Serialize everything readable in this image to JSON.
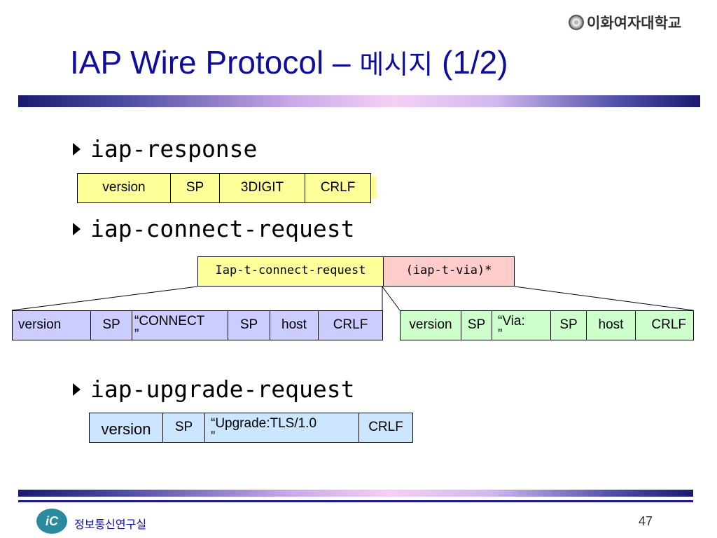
{
  "header": {
    "logo_text": "이화여자대학교",
    "title_main": "IAP Wire Protocol",
    "title_dash": " – ",
    "title_kr": "메시지",
    "title_suffix": " (1/2)"
  },
  "sections": [
    {
      "heading": "iap-response",
      "fields": [
        "version",
        "SP",
        "3DIGIT",
        "CRLF"
      ]
    },
    {
      "heading": "iap-connect-request",
      "top_fields": [
        "Iap-t-connect-request",
        "(iap-t-via)*"
      ],
      "left_fields": [
        "version",
        "SP",
        "“CONNECT",
        "”",
        "SP",
        "host",
        "CRLF"
      ],
      "right_fields": [
        "version",
        "SP",
        "“Via:",
        "”",
        "SP",
        "host",
        "CRLF"
      ]
    },
    {
      "heading": "iap-upgrade-request",
      "fields": [
        "version",
        "SP",
        "“Upgrade:TLS/1.0",
        "”",
        "CRLF"
      ]
    }
  ],
  "footer": {
    "lab_logo": "iC",
    "lab_name": "정보통신연구실",
    "page_number": "47"
  }
}
